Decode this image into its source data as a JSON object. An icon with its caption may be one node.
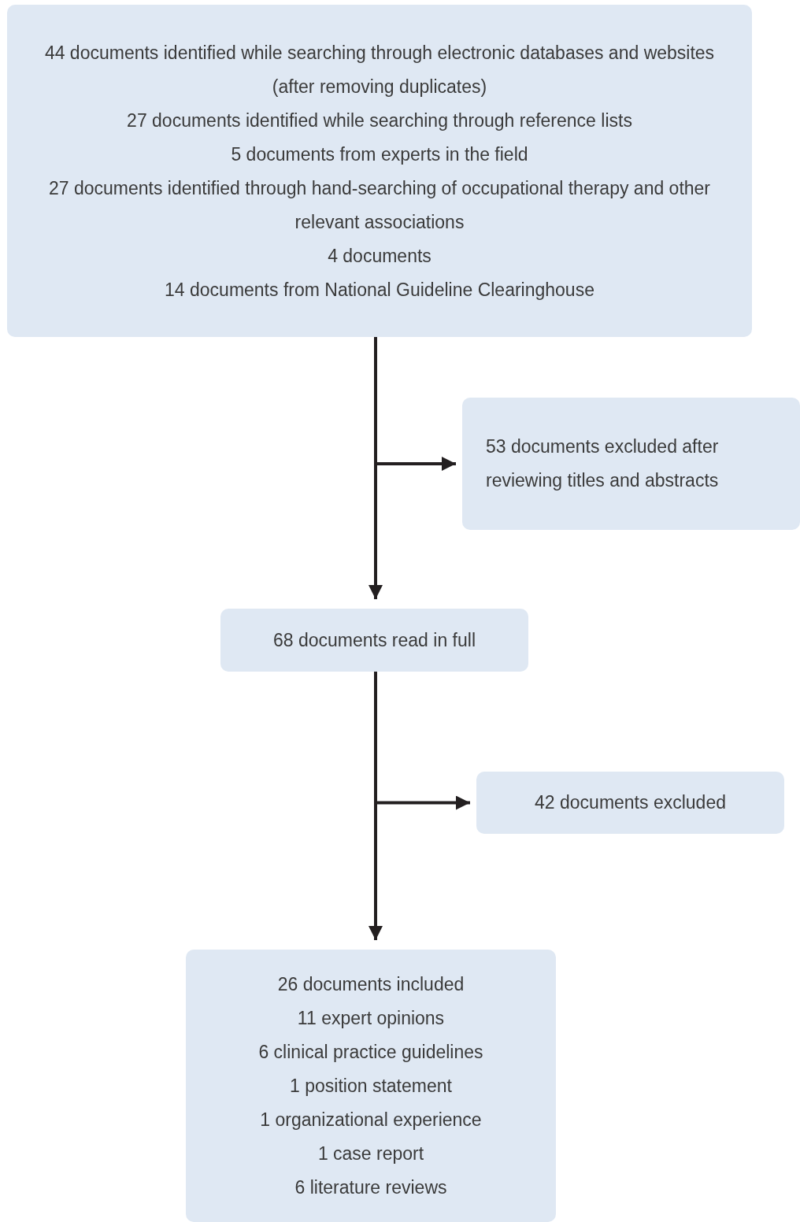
{
  "diagram": {
    "nodes": [
      {
        "text": [
          "44 documents identified while searching through electronic databases and websites (after removing duplicates)",
          "27 documents identified while searching through reference lists",
          "5 documents from experts in the field",
          "27 documents identified through hand-searching of occupational therapy and other relevant associations",
          "4 documents",
          "14 documents from National Guideline Clearinghouse"
        ]
      },
      {
        "text": [
          "53 documents excluded after reviewing titles and abstracts"
        ]
      },
      {
        "text": [
          "68 documents read in full"
        ]
      },
      {
        "text": [
          "42 documents excluded"
        ]
      },
      {
        "text": [
          "26 documents included",
          "11 expert opinions",
          "6 clinical practice guidelines",
          "1 position statement",
          "1 organizational experience",
          "1 case report",
          "6 literature reviews"
        ]
      }
    ],
    "edges": [
      {
        "from": 0,
        "to": 1,
        "arrow": "to"
      },
      {
        "from": 0,
        "to": 2,
        "arrow": "to"
      },
      {
        "from": 2,
        "to": 3,
        "arrow": "to"
      },
      {
        "from": 2,
        "to": 4,
        "arrow": "to"
      }
    ]
  }
}
